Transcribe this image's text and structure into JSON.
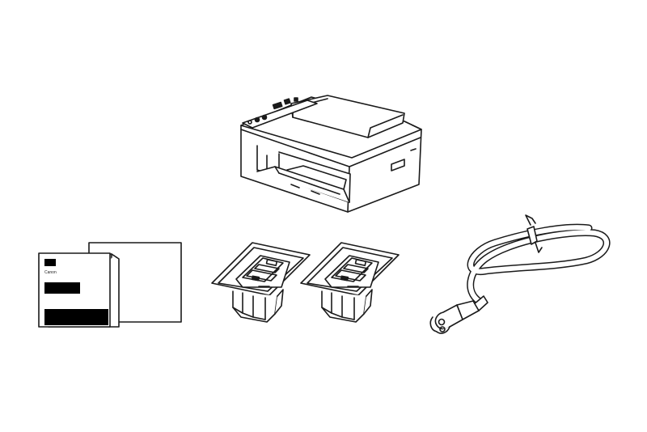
{
  "items": [
    {
      "id": "printer",
      "icon": "printer-icon"
    },
    {
      "id": "documents",
      "icon": "manual-documents-icon",
      "brand_text": "Canon"
    },
    {
      "id": "ink-cartridge-1",
      "icon": "ink-cartridge-icon"
    },
    {
      "id": "ink-cartridge-2",
      "icon": "ink-cartridge-icon"
    },
    {
      "id": "power-cord",
      "icon": "power-cord-icon"
    }
  ],
  "colors": {
    "line": "#1a1a1a",
    "fill": "#ffffff",
    "redaction": "#000000"
  }
}
